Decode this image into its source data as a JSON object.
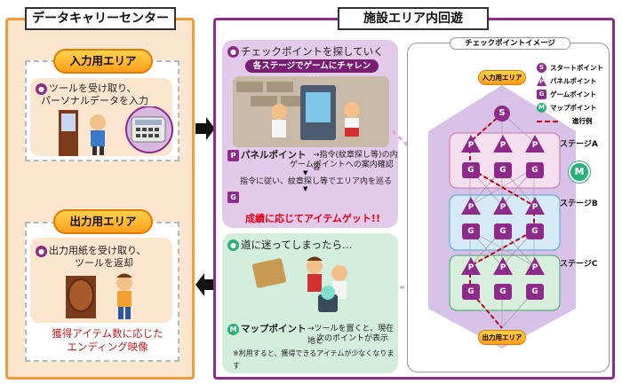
{
  "left_title": "データキャリーセンター",
  "right_title": "施設エリア内回遊",
  "input_area": {
    "label": "入力用エリア",
    "text_line1": "ツールを受け取り、",
    "text_line2": "パーソナルデータを入力"
  },
  "output_area": {
    "label": "出力用エリア",
    "text_line1": "出力用紙を受け取り、",
    "text_line2": "ツールを返却",
    "caption_line1": "獲得アイテム数に応じた",
    "caption_line2": "エンディング映像"
  },
  "checkpoint": {
    "title": "チェックポイントを探していく",
    "banner": "各ステージでゲームにチャレンジ!!",
    "panel_point_label": "パネルポイント",
    "panel_point_desc_line1": "→指令(紋章探し等)の内容",
    "panel_point_desc_line2": "ゲームポイントへの案内確認",
    "instruction": "指令に従い、紋章探し等でエリア内を巡る",
    "result": "成績に応じてアイテムゲット!!"
  },
  "lost": {
    "title": "道に迷ってしまったら…",
    "map_point_label": "マップポイント",
    "map_point_desc_line1": "→ツールを置くと、現在地と",
    "map_point_desc_line2": "次のポイントが表示",
    "note": "※利用すると、獲得できるアイテムが少なくなります"
  },
  "diagram": {
    "title": "チェックポイントイメージ",
    "start_label": "入力用エリア",
    "end_label": "出力用エリア",
    "stages": [
      "ステージA",
      "ステージB",
      "ステージC"
    ],
    "legend": [
      {
        "icon": "S",
        "label": "スタートポイント",
        "color": "#8e2a8a"
      },
      {
        "icon": "P",
        "label": "パネルポイント",
        "color": "#8e2a8a"
      },
      {
        "icon": "G",
        "label": "ゲームポイント",
        "color": "#8e2a8a"
      },
      {
        "icon": "M",
        "label": "マップポイント",
        "color": "#2bb07a"
      },
      {
        "icon": "line",
        "label": "進行例",
        "color": "#c0001a"
      }
    ],
    "node_S": "S",
    "node_P": "P",
    "node_G": "G",
    "node_M": "M"
  },
  "colors": {
    "orange": "#f39a3a",
    "purple": "#8e2a8a",
    "green": "#2bb07a",
    "red": "#e60012"
  }
}
